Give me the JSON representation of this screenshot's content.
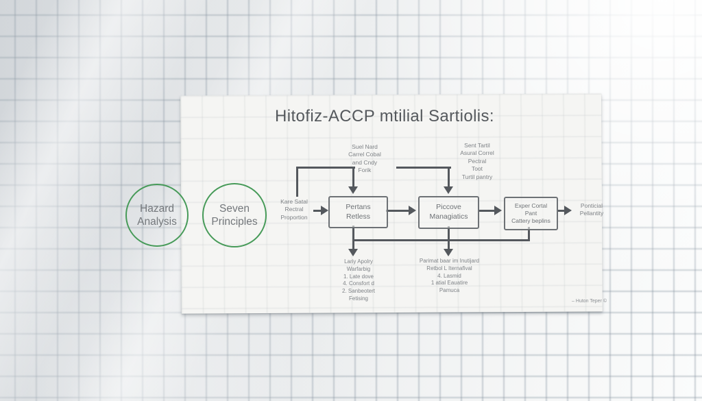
{
  "colors": {
    "accent_green": "#469a58",
    "flow_line": "#54585d",
    "title_ink": "#54585c",
    "note_ink": "#7e8286"
  },
  "poster": {
    "title": "Hitofiz-ACCP mtilial Sartiolis:",
    "signature": "– Huton Teper ©"
  },
  "circles": [
    {
      "id": "hazard-analysis",
      "lines": [
        "Hazard",
        "Analysis"
      ]
    },
    {
      "id": "seven-principles",
      "lines": [
        "Seven",
        "Principles"
      ]
    }
  ],
  "flowchart": {
    "boxes": [
      {
        "lines": [
          "Pertans",
          "Retless"
        ]
      },
      {
        "lines": [
          "Piccove",
          "Managiatics"
        ]
      },
      {
        "lines": [
          "Exper Cortal",
          "Pant",
          "Cattery beplins"
        ]
      }
    ],
    "input_label": {
      "lines": [
        "Kare Satal",
        "Rectral",
        "Proportion"
      ]
    },
    "output_label": {
      "lines": [
        "Ponticial",
        "Pellantity"
      ]
    },
    "top_notes": [
      {
        "lines": [
          "Suel Nard",
          "Carrel Cobal",
          "and Cndy",
          "Forik"
        ]
      },
      {
        "lines": [
          "Sent Tartil",
          "Asural Correl",
          "Pectral",
          "Toot",
          "Turtil pantry"
        ]
      }
    ],
    "bottom_notes": [
      {
        "lines": [
          "Lariy Apolry",
          "Warfarbig",
          "1. Late dove",
          "4. Consfort d",
          "2. Sanbeotert",
          "Fetising"
        ]
      },
      {
        "lines": [
          "Parimat baar im Inutijard",
          "Retbol L Iternafival",
          "4. Lasmid",
          "1 atial Eauatire",
          "Pamuca"
        ]
      }
    ]
  }
}
